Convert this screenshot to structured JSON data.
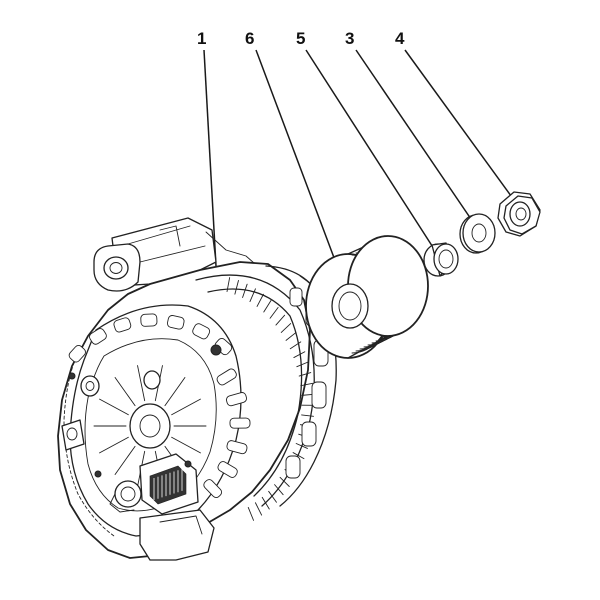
{
  "callouts": [
    {
      "id": "alternator",
      "label": "1"
    },
    {
      "id": "pulley",
      "label": "6"
    },
    {
      "id": "spacer",
      "label": "5"
    },
    {
      "id": "washer",
      "label": "3"
    },
    {
      "id": "nut",
      "label": "4"
    }
  ],
  "colors": {
    "line": "#222222",
    "background": "#ffffff"
  }
}
